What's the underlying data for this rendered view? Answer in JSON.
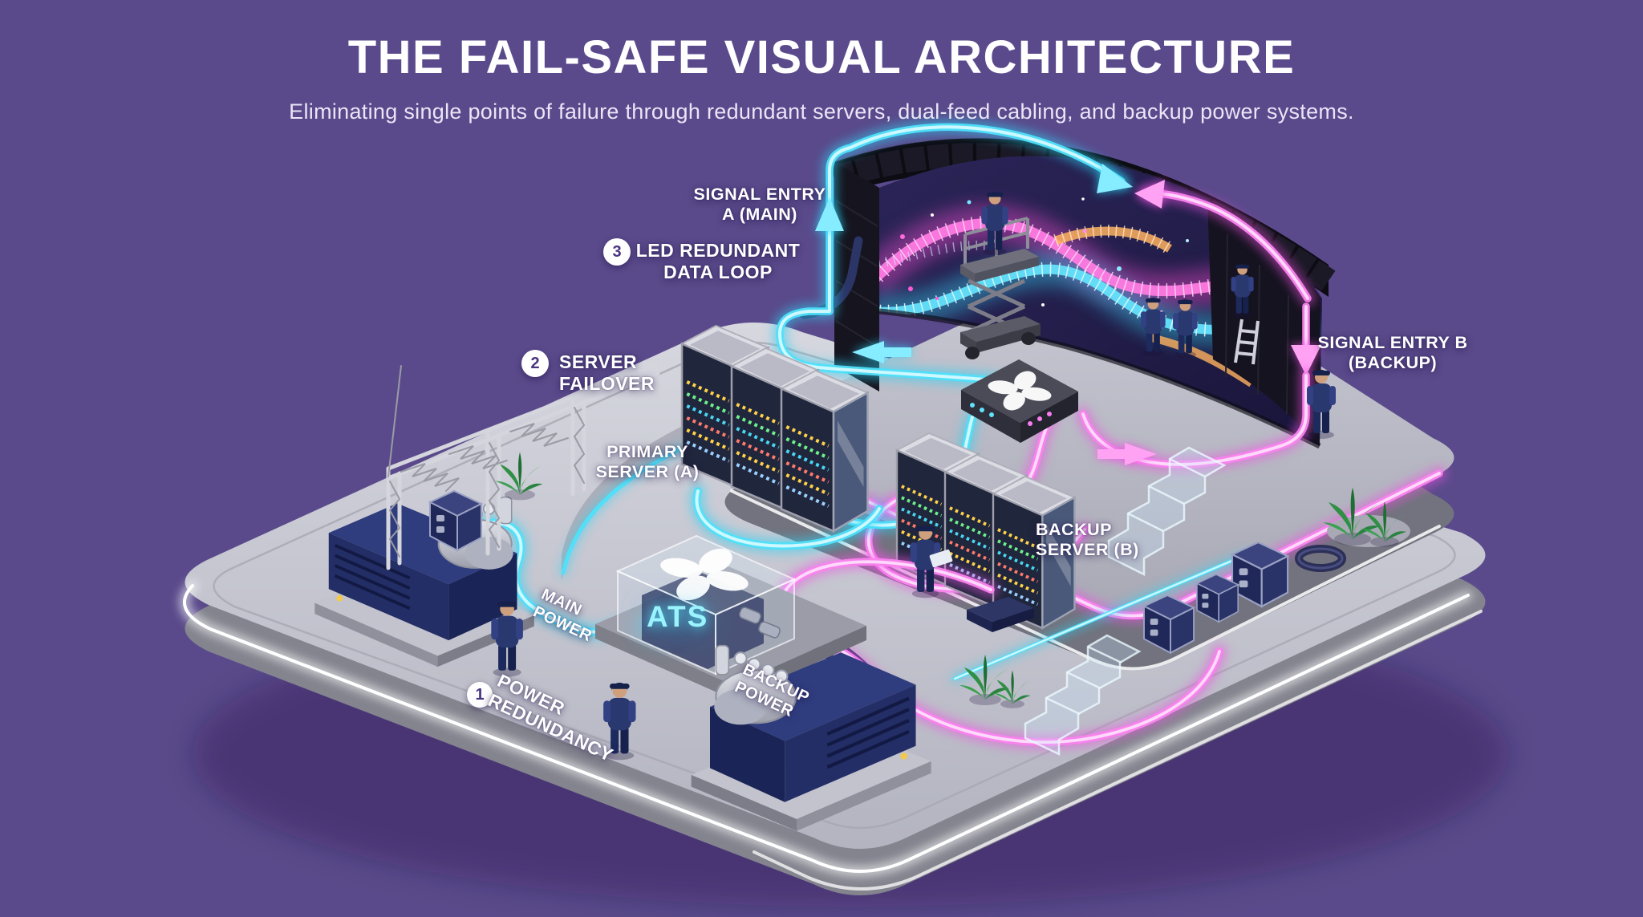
{
  "page": {
    "title": "THE FAIL-SAFE VISUAL ARCHITECTURE",
    "subtitle": "Eliminating single points of failure through redundant servers, dual-feed cabling, and backup power systems.",
    "background": "#5a4a8b"
  },
  "labels": {
    "signal_entry_a": {
      "line1": "SIGNAL ENTRY",
      "line2": "A (MAIN)"
    },
    "led_redundant_data_loop": {
      "number": "3",
      "line1": "LED REDUNDANT",
      "line2": "DATA LOOP"
    },
    "server_failover": {
      "number": "2",
      "line1": "SERVER",
      "line2": "FAILOVER"
    },
    "primary_server_a": {
      "line1": "PRIMARY",
      "line2": "SERVER (A)"
    },
    "signal_entry_b": {
      "line1": "SIGNAL ENTRY B",
      "line2": "(BACKUP)"
    },
    "backup_server_b": {
      "line1": "BACKUP",
      "line2": "SERVER (B)"
    },
    "main_power": {
      "line1": "MAIN",
      "line2": "POWER"
    },
    "ats_unit": {
      "label": "ATS"
    },
    "backup_power": {
      "line1": "BACKUP",
      "line2": "POWER"
    },
    "power_redundancy": {
      "number": "1",
      "line1": "POWER",
      "line2": "REDUNDANCY"
    }
  },
  "colors": {
    "neon_cyan": "#35d6f6",
    "neon_magenta": "#ef52e3",
    "equipment_navy": "#222b5c",
    "platform_gray": "#c6c7d1",
    "label_white": "#ffffff",
    "badge_number": "#4a3582",
    "ats_glow": "#8ff2ff"
  },
  "icons": {
    "flower_logo": "four-petal pinwheel",
    "up_arrow": "cyan signal-in arrow",
    "down_arrow": "magenta signal-in arrow",
    "left_arrow": "cyan data-loop arrow",
    "right_arrow": "magenta data-loop arrow"
  }
}
